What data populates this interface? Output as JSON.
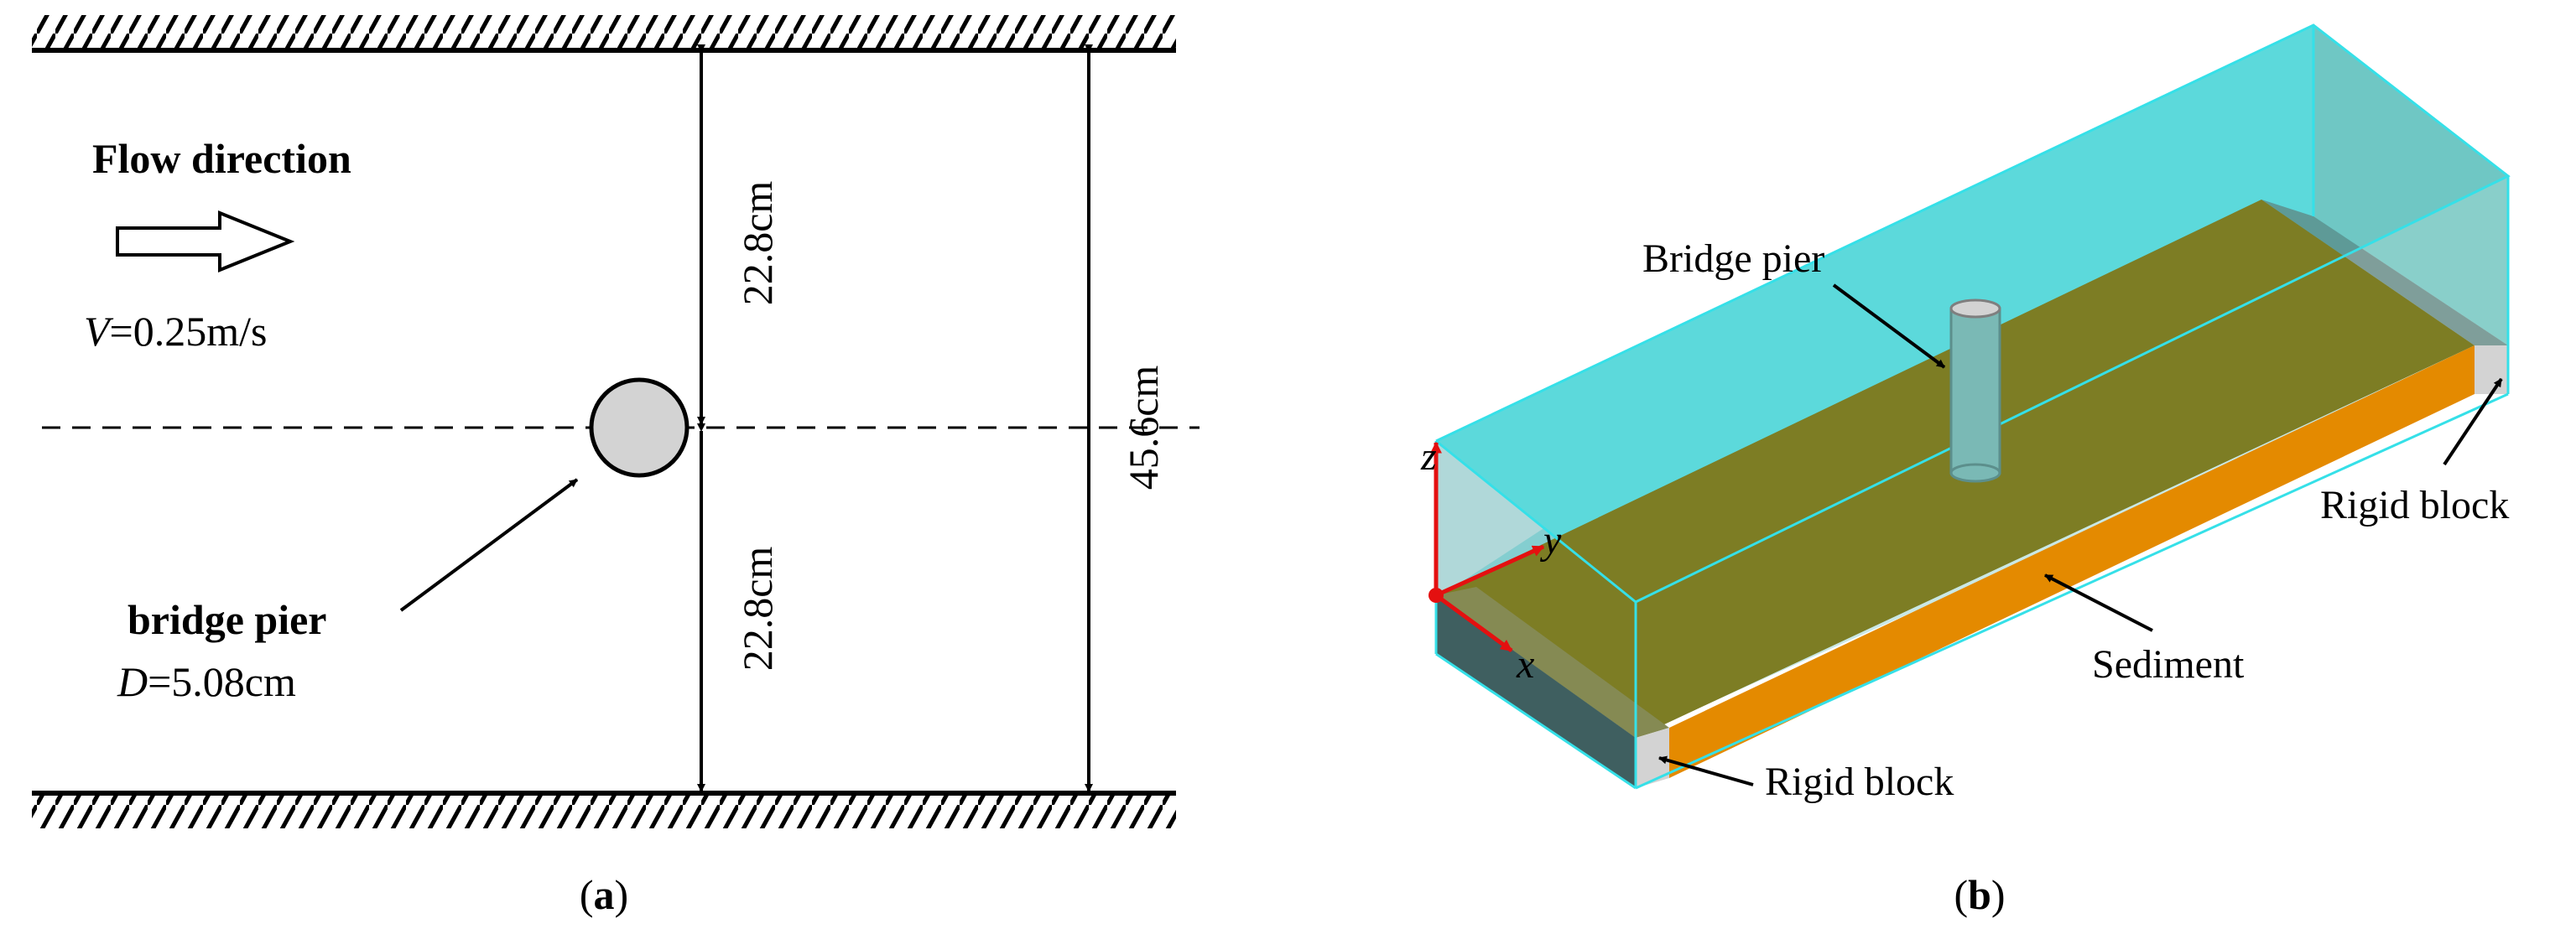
{
  "panel_a": {
    "flow_direction": "Flow direction",
    "velocity_symbol": "V",
    "velocity_value": "=0.25m/s",
    "pier_label": "bridge pier",
    "diameter_symbol": "D",
    "diameter_value": "=5.08cm",
    "dim_upper": "22.8cm",
    "dim_lower": "22.8cm",
    "dim_total": "45.6cm",
    "caption_letter": "a"
  },
  "panel_b": {
    "pier_label": "Bridge pier",
    "rigid_block_right": "Rigid block",
    "rigid_block_bottom": "Rigid block",
    "sediment_label": "Sediment",
    "axis_x": "x",
    "axis_y": "y",
    "axis_z": "z",
    "caption_letter": "b"
  },
  "colors": {
    "water": "#5cd9db",
    "water_edge": "#35e0e8",
    "sediment_top": "#7d7d24",
    "sediment_side": "#e48a00",
    "rigid_block": "#d3d3d3",
    "rigid_block_dark": "#3f5f60",
    "pier_fill": "#d3d3d3",
    "axis_red": "#e41010"
  }
}
